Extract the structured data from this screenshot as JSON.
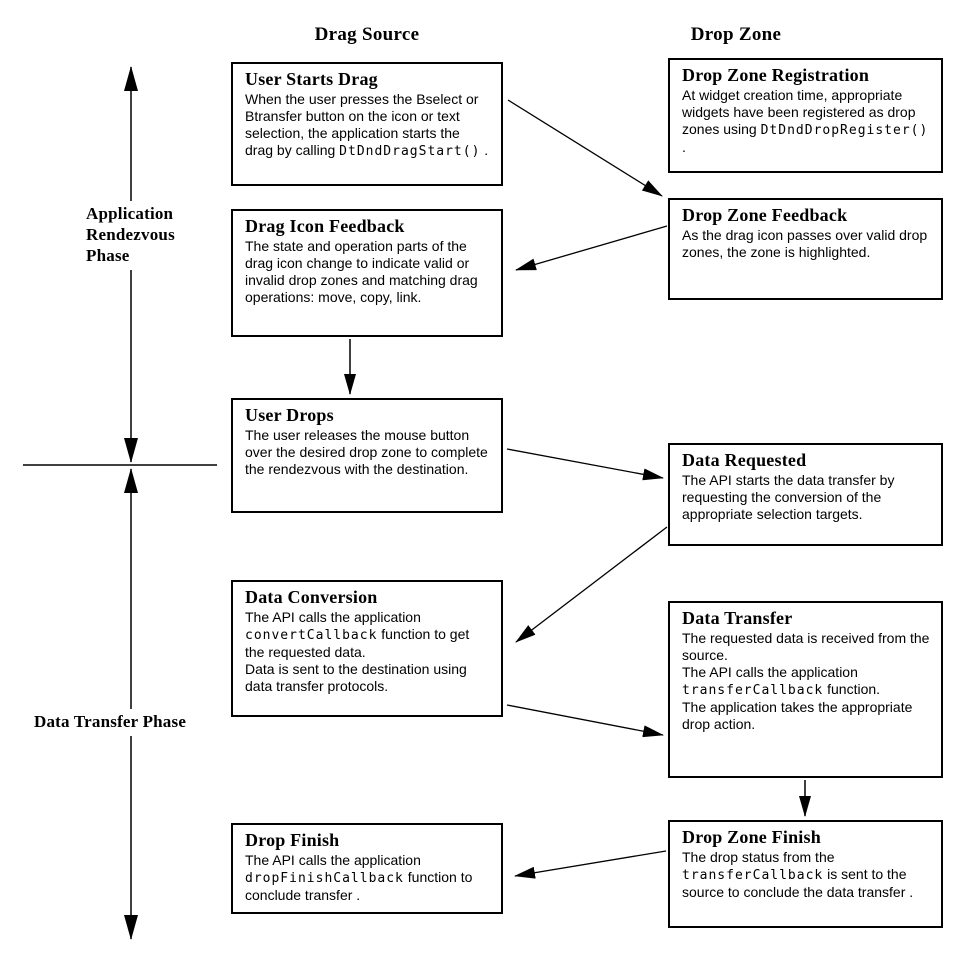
{
  "headers": {
    "drag_source": "Drag Source",
    "drop_zone": "Drop Zone"
  },
  "phase_labels": {
    "rendezvous": "Application Rendezvous Phase",
    "data_transfer": "Data Transfer Phase"
  },
  "boxes": {
    "user_starts_drag": {
      "title": "User Starts Drag",
      "body": [
        {
          "t": "When the user presses the Bselect or Btransfer button on the icon or text selection, the application starts the drag by calling "
        },
        {
          "t": "DtDndDragStart()",
          "code": true
        },
        {
          "t": " ."
        }
      ]
    },
    "drag_icon_feedback": {
      "title": "Drag Icon Feedback",
      "body": [
        {
          "t": "The state and operation parts of the drag icon change to indicate valid or invalid drop zones and matching drag operations: move, copy, link."
        }
      ]
    },
    "user_drops": {
      "title": "User Drops",
      "body": [
        {
          "t": "The user releases the mouse button over the desired drop zone to complete the rendezvous with the destination."
        }
      ]
    },
    "data_conversion": {
      "title": "Data Conversion",
      "body": [
        {
          "t": "The API calls the application "
        },
        {
          "t": "convertCallback",
          "code": true
        },
        {
          "t": " function to get the requested data."
        },
        {
          "br": true
        },
        {
          "t": "Data is sent to the destination using data transfer protocols."
        }
      ]
    },
    "drop_finish": {
      "title": "Drop Finish",
      "body": [
        {
          "t": "The API calls the application "
        },
        {
          "t": "dropFinishCallback",
          "code": true
        },
        {
          "t": " function to conclude transfer ."
        }
      ]
    },
    "drop_zone_registration": {
      "title": "Drop Zone Registration",
      "body": [
        {
          "t": "At widget creation time, appropriate widgets have been registered as drop zones using "
        },
        {
          "t": "DtDndDropRegister()",
          "code": true
        },
        {
          "t": " ."
        }
      ]
    },
    "drop_zone_feedback": {
      "title": "Drop Zone Feedback",
      "body": [
        {
          "t": "As the drag icon passes over valid drop zones, the zone is highlighted."
        }
      ]
    },
    "data_requested": {
      "title": "Data Requested",
      "body": [
        {
          "t": "The API starts the data transfer by requesting the conversion of the appropriate selection targets."
        }
      ]
    },
    "data_transfer": {
      "title": "Data Transfer",
      "body": [
        {
          "t": "The requested data is received from the source."
        },
        {
          "br": true
        },
        {
          "t": "The API calls the application "
        },
        {
          "t": "transferCallback",
          "code": true
        },
        {
          "t": " function."
        },
        {
          "br": true
        },
        {
          "t": "The application takes the appropriate drop action."
        }
      ]
    },
    "drop_zone_finish": {
      "title": "Drop Zone Finish",
      "body": [
        {
          "t": "The drop status from the "
        },
        {
          "t": "transferCallback",
          "code": true
        },
        {
          "t": " is sent to the source to conclude the data transfer ."
        }
      ]
    }
  },
  "connections": [
    {
      "from": "user_starts_drag",
      "to": "drop_zone_feedback"
    },
    {
      "from": "drop_zone_feedback",
      "to": "drag_icon_feedback"
    },
    {
      "from": "drag_icon_feedback",
      "to": "user_drops"
    },
    {
      "from": "user_drops",
      "to": "data_requested"
    },
    {
      "from": "data_requested",
      "to": "data_conversion"
    },
    {
      "from": "data_conversion",
      "to": "data_transfer"
    },
    {
      "from": "data_transfer",
      "to": "drop_zone_finish"
    },
    {
      "from": "drop_zone_finish",
      "to": "drop_finish"
    }
  ],
  "colors": {
    "ink": "#000000",
    "background": "#ffffff"
  }
}
